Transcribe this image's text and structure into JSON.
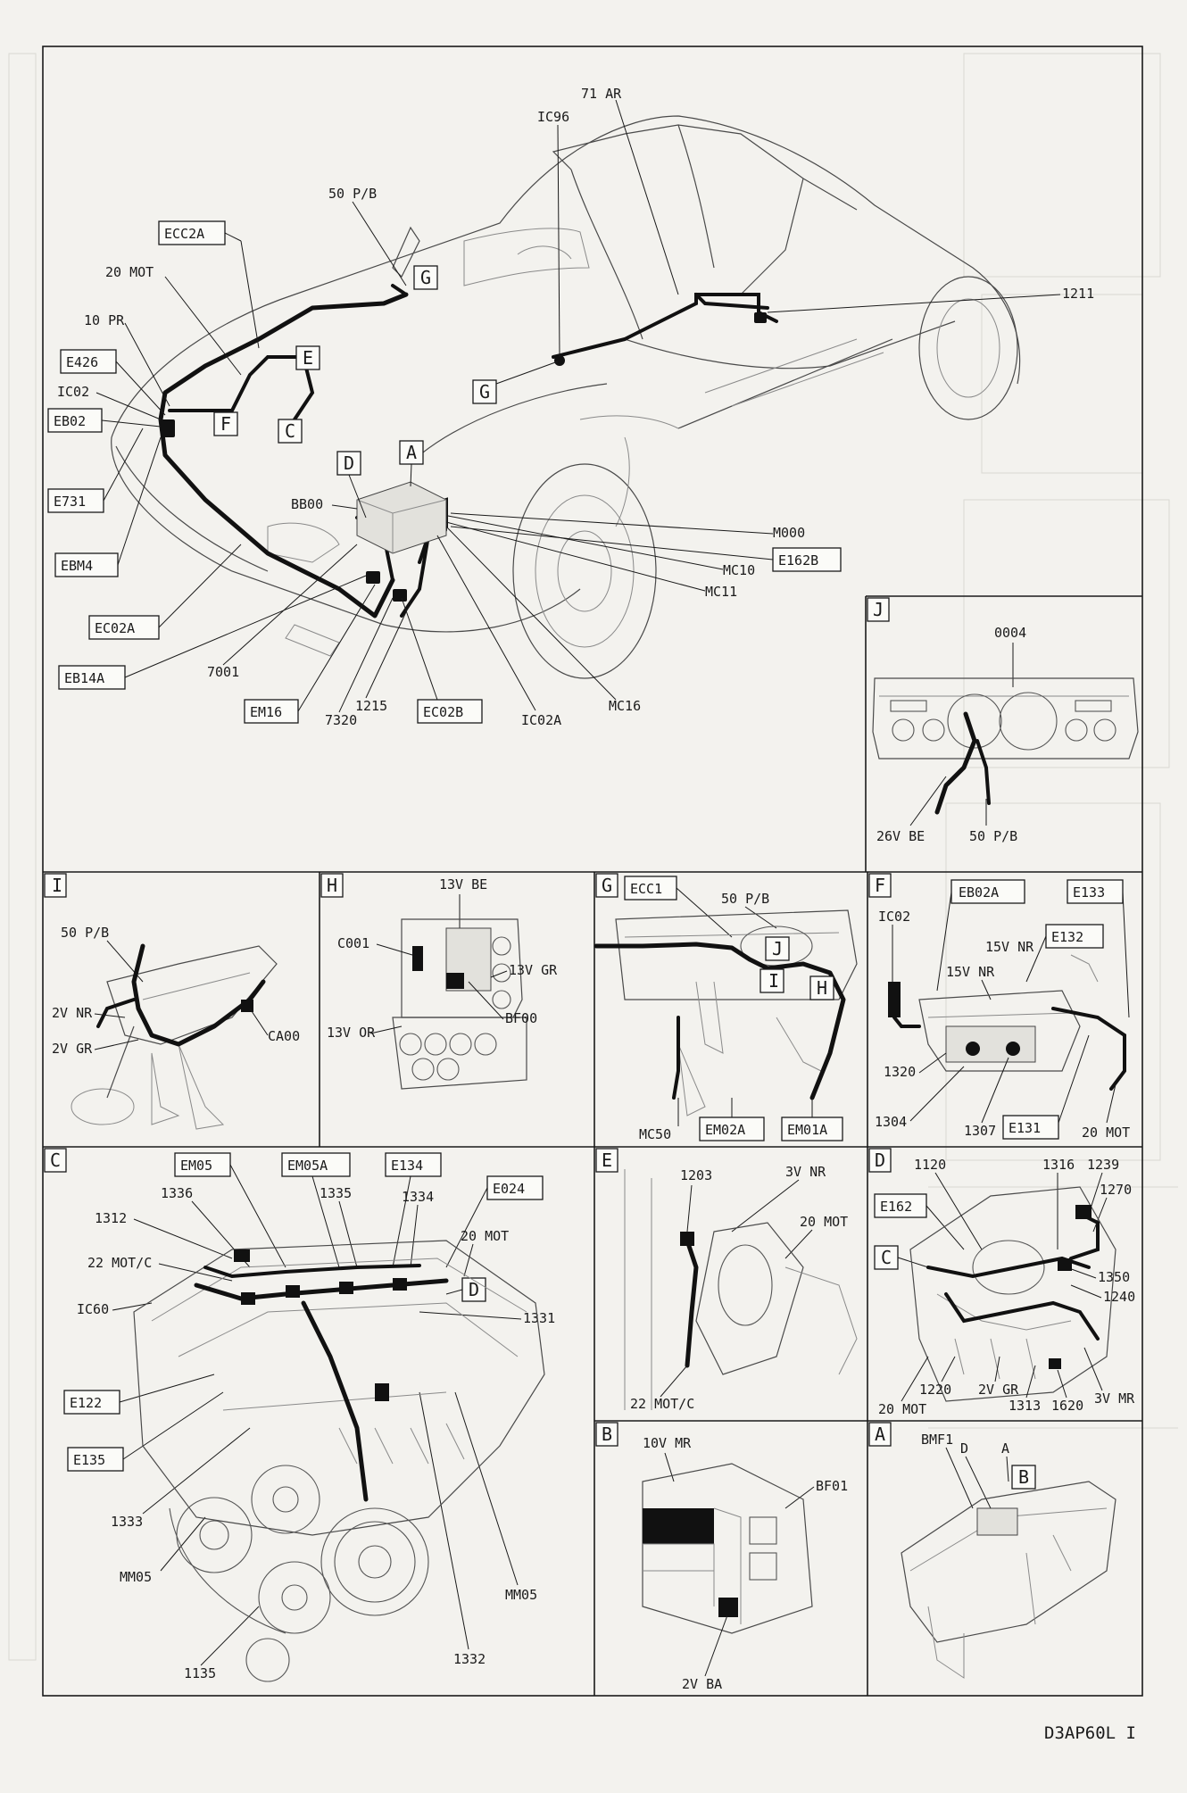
{
  "drawing_ref": "D3AP60L I",
  "main_view": {
    "callouts_boxed": [
      "ECC2A",
      "E426",
      "EB02",
      "E731",
      "EBM4",
      "EC02A",
      "EB14A",
      "EM16",
      "EC02B",
      "E162B"
    ],
    "callouts_plain": [
      "71 AR",
      "IC96",
      "50 P/B",
      "20 MOT",
      "10 PR",
      "IC02",
      "BB00",
      "7001",
      "1215",
      "7320",
      "IC02A",
      "MC16",
      "MC11",
      "MC10",
      "M000",
      "1211"
    ],
    "zone_letters": [
      "G",
      "E",
      "F",
      "C",
      "D",
      "A",
      "G"
    ]
  },
  "panel_j": {
    "letter": "J",
    "labels": [
      "0004",
      "26V BE",
      "50 P/B"
    ]
  },
  "panel_i": {
    "letter": "I",
    "labels": [
      "50 P/B",
      "2V NR",
      "2V GR",
      "CA00"
    ]
  },
  "panel_h": {
    "letter": "H",
    "labels": [
      "13V BE",
      "C001",
      "13V GR",
      "BF00",
      "13V OR"
    ]
  },
  "panel_g": {
    "letter": "G",
    "boxed": [
      "ECC1",
      "EM02A",
      "EM01A"
    ],
    "labels": [
      "50 P/B",
      "MC50"
    ],
    "zone_letters": [
      "J",
      "I",
      "H"
    ]
  },
  "panel_f": {
    "letter": "F",
    "boxed": [
      "EB02A",
      "E133",
      "E132",
      "E131"
    ],
    "labels": [
      "IC02",
      "15V NR",
      "15V NR",
      "1320",
      "1304",
      "1307",
      "20 MOT"
    ]
  },
  "panel_c": {
    "letter": "C",
    "boxed": [
      "EM05",
      "EM05A",
      "E134",
      "E024",
      "E122",
      "E135"
    ],
    "labels": [
      "1336",
      "1335",
      "1334",
      "1312",
      "22 MOT/C",
      "20 MOT",
      "IC60",
      "1331",
      "1333",
      "MM05",
      "MM05",
      "1135",
      "1332"
    ],
    "zone_letters": [
      "D"
    ]
  },
  "panel_e": {
    "letter": "E",
    "labels": [
      "1203",
      "3V NR",
      "20 MOT",
      "22 MOT/C"
    ]
  },
  "panel_d": {
    "letter": "D",
    "boxed": [
      "E162"
    ],
    "labels": [
      "1120",
      "1316",
      "1239",
      "1270",
      "1350",
      "1240",
      "1220",
      "2V GR",
      "1313",
      "1620",
      "3V MR",
      "20 MOT"
    ],
    "zone_letters": [
      "C"
    ]
  },
  "panel_b": {
    "letter": "B",
    "labels": [
      "10V MR",
      "BF01",
      "2V BA"
    ]
  },
  "panel_a": {
    "letter": "A",
    "labels": [
      "BMF1",
      "D",
      "A"
    ],
    "zone_letters": [
      "B"
    ]
  }
}
